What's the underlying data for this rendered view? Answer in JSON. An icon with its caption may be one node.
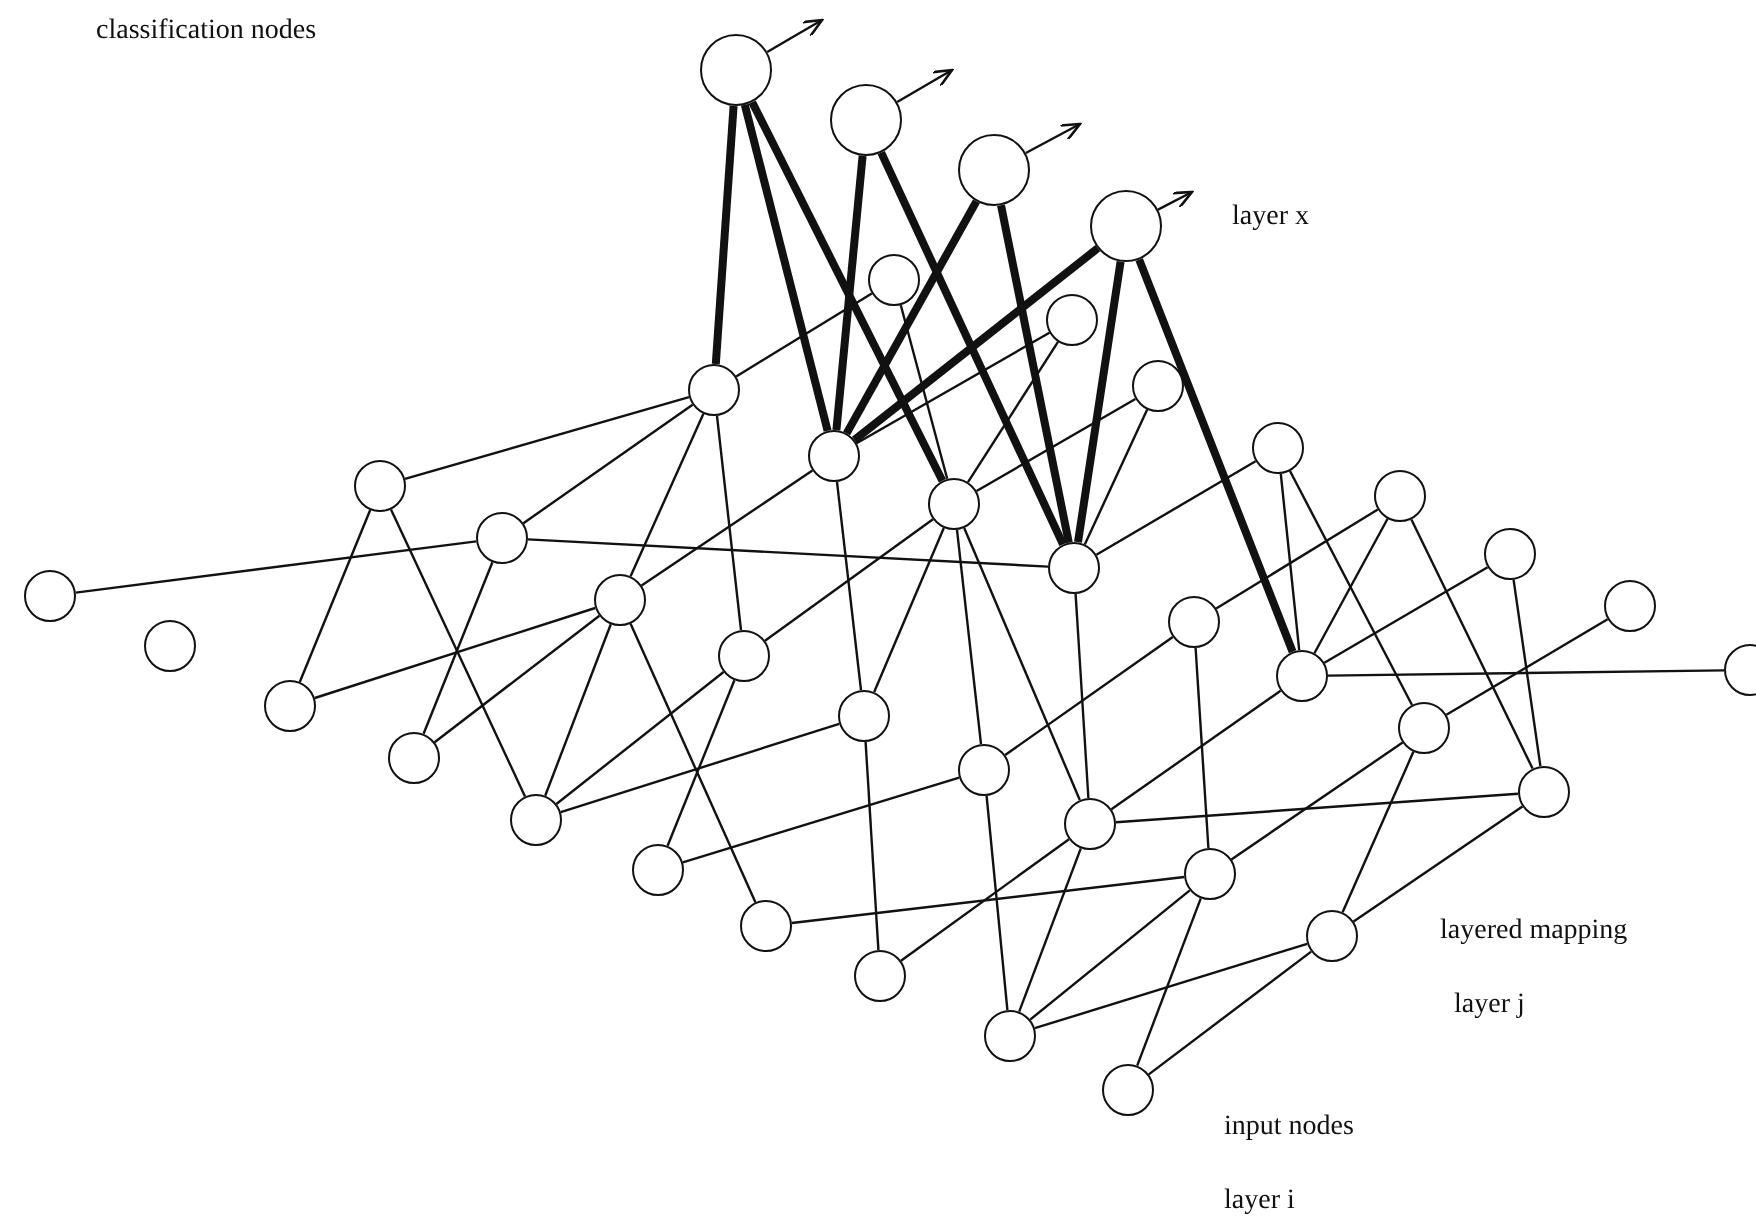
{
  "diagram": {
    "nodes": [
      {
        "text": [],
        "shape": "circle"
      },
      {
        "text": [],
        "shape": "circle"
      },
      {
        "text": [],
        "shape": "circle"
      },
      {
        "text": [],
        "shape": "circle"
      },
      {
        "text": [],
        "shape": "circle"
      },
      {
        "text": [],
        "shape": "circle"
      },
      {
        "text": [],
        "shape": "circle"
      },
      {
        "text": [],
        "shape": "circle"
      },
      {
        "text": [],
        "shape": "circle"
      },
      {
        "text": [],
        "shape": "circle"
      },
      {
        "text": [],
        "shape": "circle"
      },
      {
        "text": [],
        "shape": "circle"
      },
      {
        "text": [],
        "shape": "circle"
      },
      {
        "text": [],
        "shape": "circle"
      },
      {
        "text": [],
        "shape": "circle"
      },
      {
        "text": [],
        "shape": "circle"
      },
      {
        "text": [],
        "shape": "circle"
      },
      {
        "text": [],
        "shape": "circle"
      },
      {
        "text": [],
        "shape": "circle"
      },
      {
        "text": [],
        "shape": "circle"
      },
      {
        "text": [],
        "shape": "circle"
      },
      {
        "text": [],
        "shape": "circle"
      },
      {
        "text": [],
        "shape": "circle"
      },
      {
        "text": [],
        "shape": "circle"
      },
      {
        "text": [],
        "shape": "circle"
      },
      {
        "text": [],
        "shape": "circle"
      },
      {
        "text": [],
        "shape": "circle"
      },
      {
        "text": [],
        "shape": "circle"
      },
      {
        "text": [],
        "shape": "circle"
      },
      {
        "text": [],
        "shape": "circle"
      },
      {
        "text": [],
        "shape": "circle"
      },
      {
        "text": [],
        "shape": "circle"
      },
      {
        "text": [],
        "shape": "circle"
      },
      {
        "text": [],
        "shape": "circle"
      },
      {
        "text": [],
        "shape": "circle"
      },
      {
        "text": [],
        "shape": "circle"
      },
      {
        "text": [],
        "shape": "circle"
      },
      {
        "text": [],
        "shape": "circle"
      },
      {
        "text": [],
        "shape": "circle"
      }
    ],
    "edges": [
      {
        "from": 0,
        "to": 12,
        "arrow": "none",
        "style": "thick"
      },
      {
        "from": 0,
        "to": 13,
        "arrow": "none",
        "style": "thick"
      },
      {
        "from": 0,
        "to": 14,
        "arrow": "none",
        "style": "thick"
      },
      {
        "from": 1,
        "to": 13,
        "arrow": "none",
        "style": "thick"
      },
      {
        "from": 1,
        "to": 15,
        "arrow": "none",
        "style": "thick"
      },
      {
        "from": 2,
        "to": 13,
        "arrow": "none",
        "style": "thick"
      },
      {
        "from": 2,
        "to": 15,
        "arrow": "none",
        "style": "thick"
      },
      {
        "from": 3,
        "to": 13,
        "arrow": "none",
        "style": "thick"
      },
      {
        "from": 3,
        "to": 15,
        "arrow": "none",
        "style": "thick"
      },
      {
        "from": 3,
        "to": 17,
        "arrow": "none",
        "style": "thick"
      },
      {
        "from": 0,
        "to": null,
        "arrow": "to"
      },
      {
        "from": 1,
        "to": null,
        "arrow": "to"
      },
      {
        "from": 2,
        "to": null,
        "arrow": "to"
      },
      {
        "from": 3,
        "to": null,
        "arrow": "to"
      },
      {
        "from": 12,
        "to": 4,
        "arrow": "none"
      },
      {
        "from": 12,
        "to": 20,
        "arrow": "none"
      },
      {
        "from": 12,
        "to": 21,
        "arrow": "none"
      },
      {
        "from": 12,
        "to": 22,
        "arrow": "none"
      },
      {
        "from": 12,
        "to": 23,
        "arrow": "none"
      },
      {
        "from": 20,
        "to": 31,
        "arrow": "none"
      },
      {
        "from": 20,
        "to": 33,
        "arrow": "none"
      },
      {
        "from": 21,
        "to": 32,
        "arrow": "none"
      },
      {
        "from": 21,
        "to": 29,
        "arrow": "none"
      },
      {
        "from": 21,
        "to": 15,
        "arrow": "none"
      },
      {
        "from": 22,
        "to": 33,
        "arrow": "none"
      },
      {
        "from": 22,
        "to": 31,
        "arrow": "none"
      },
      {
        "from": 22,
        "to": 32,
        "arrow": "none"
      },
      {
        "from": 22,
        "to": 35,
        "arrow": "none"
      },
      {
        "from": 22,
        "to": 13,
        "arrow": "none"
      },
      {
        "from": 23,
        "to": 33,
        "arrow": "none"
      },
      {
        "from": 23,
        "to": 34,
        "arrow": "none"
      },
      {
        "from": 23,
        "to": 14,
        "arrow": "none"
      },
      {
        "from": 33,
        "to": 24,
        "arrow": "none"
      },
      {
        "from": 34,
        "to": 25,
        "arrow": "none"
      },
      {
        "from": 35,
        "to": 27,
        "arrow": "none"
      },
      {
        "from": 24,
        "to": 36,
        "arrow": "none"
      },
      {
        "from": 25,
        "to": 16,
        "arrow": "none"
      },
      {
        "from": 25,
        "to": 37,
        "arrow": "none"
      },
      {
        "from": 26,
        "to": 19,
        "arrow": "none"
      },
      {
        "from": 26,
        "to": 36,
        "arrow": "none"
      },
      {
        "from": 26,
        "to": 37,
        "arrow": "none"
      },
      {
        "from": 27,
        "to": 18,
        "arrow": "none"
      },
      {
        "from": 27,
        "to": 37,
        "arrow": "none"
      },
      {
        "from": 27,
        "to": 38,
        "arrow": "none"
      },
      {
        "from": 27,
        "to": 16,
        "arrow": "none"
      },
      {
        "from": 28,
        "to": 18,
        "arrow": "none"
      },
      {
        "from": 28,
        "to": 19,
        "arrow": "none"
      },
      {
        "from": 28,
        "to": 37,
        "arrow": "none"
      },
      {
        "from": 28,
        "to": 38,
        "arrow": "none"
      },
      {
        "from": 17,
        "to": 26,
        "arrow": "none"
      },
      {
        "from": 17,
        "to": 11,
        "arrow": "none"
      },
      {
        "from": 18,
        "to": 10,
        "arrow": "none"
      },
      {
        "from": 19,
        "to": 9,
        "arrow": "none"
      },
      {
        "from": 19,
        "to": 8,
        "arrow": "none"
      },
      {
        "from": 4,
        "to": 14,
        "arrow": "none"
      },
      {
        "from": 5,
        "to": 14,
        "arrow": "none"
      },
      {
        "from": 5,
        "to": 13,
        "arrow": "none"
      },
      {
        "from": 6,
        "to": 14,
        "arrow": "none"
      },
      {
        "from": 6,
        "to": 15,
        "arrow": "none"
      },
      {
        "from": 7,
        "to": 15,
        "arrow": "none"
      },
      {
        "from": 7,
        "to": 17,
        "arrow": "none"
      },
      {
        "from": 7,
        "to": 18,
        "arrow": "none"
      },
      {
        "from": 8,
        "to": 16,
        "arrow": "none"
      },
      {
        "from": 8,
        "to": 17,
        "arrow": "none"
      },
      {
        "from": 9,
        "to": 17,
        "arrow": "none"
      },
      {
        "from": 14,
        "to": 24,
        "arrow": "none"
      },
      {
        "from": 14,
        "to": 25,
        "arrow": "none"
      },
      {
        "from": 14,
        "to": 26,
        "arrow": "none"
      },
      {
        "from": 15,
        "to": 26,
        "arrow": "none"
      },
      {
        "from": 13,
        "to": 24,
        "arrow": "none"
      }
    ],
    "labels": [
      "classification nodes",
      "layer x",
      "layered mapping",
      "layer j",
      "input nodes",
      "layer i"
    ]
  }
}
